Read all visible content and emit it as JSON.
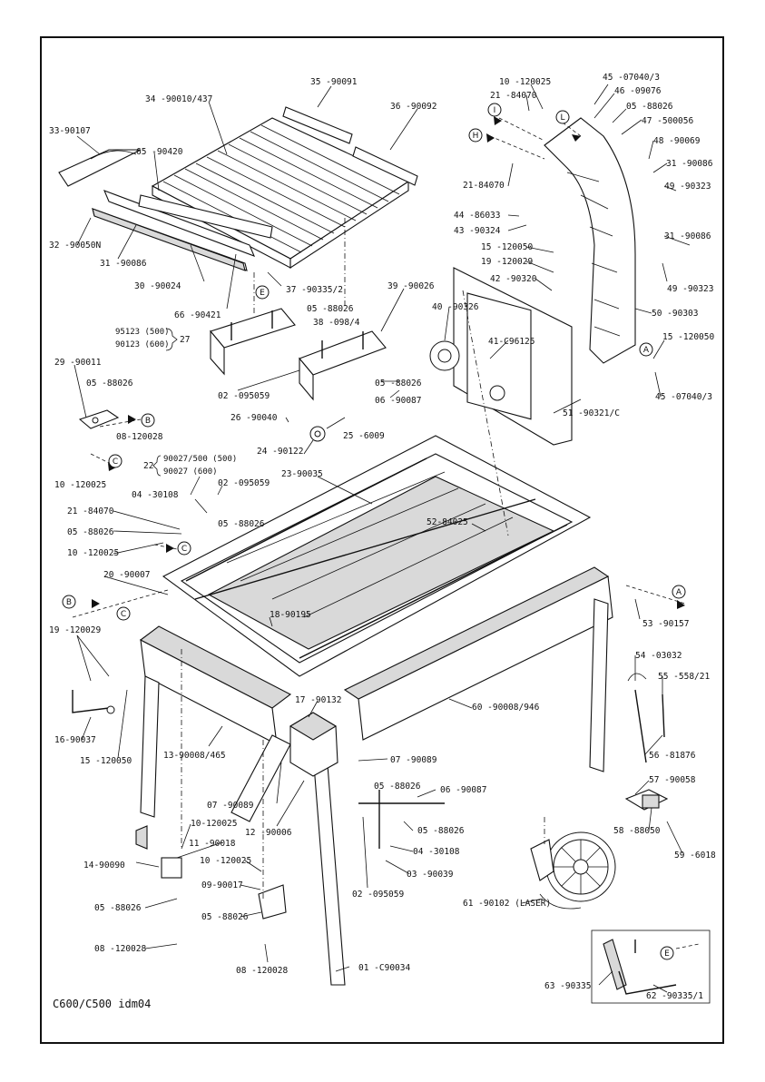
{
  "footer": "C600/C500 idm04",
  "labels": {
    "p34": "34 -90010/437",
    "p35": "35 -90091",
    "p36": "36 -90092",
    "p33": "33-90107",
    "p65": "65 -90420",
    "p32": "32 -90050N",
    "p31a": "31 -90086",
    "p30": "30 -90024",
    "p66": "66 -90421",
    "p37": "37 -90335/2",
    "p39": "39 -90026",
    "p0588026a": "05 -88026",
    "p38": "38 -098/4",
    "p95123": "95123 (500)",
    "p90123": "90123 (600)",
    "p27": "27",
    "p29": "29 -90011",
    "p0588026b": "05 -88026",
    "p08120028a": "08-120028",
    "p10120025a": "10 -120025",
    "p02095059a": "02 -095059",
    "p0588026c": "05 -88026",
    "p0690087a": "06 -90087",
    "p26": "26 -90040",
    "p25": "25 -6009",
    "p24": "24 -90122",
    "p22a": "90027/500 (500)",
    "p22b": "90027 (600)",
    "p22": "22",
    "p02095059b": "02 -095059",
    "p0430108a": "04 -30108",
    "p21a": "21 -84070",
    "p0588026d": "05 -88026",
    "p0588026e": "05 -88026",
    "p10120025b": "10 -120025",
    "p23": "23-90035",
    "p20": "20 -90007",
    "p52": "52-84025",
    "p18": "18-90195",
    "p1912029a": "19 -120029",
    "p16": "16-90037",
    "p15a": "15 -120050",
    "p17": "17 -90132",
    "p60": "60 -90008/946",
    "p13": "13-90008/465",
    "p0790089a": "07 -90089",
    "p0790089b": "07 -90089",
    "p12": "12 -90006",
    "p14": "14-90090",
    "p10120025c": "10-120025",
    "p11": "11 -90018",
    "p10120025d": "10 -120025",
    "p09": "09-90017",
    "p0588026f": "05 -88026",
    "p0588026g": "05 -88026",
    "p08120028b": "08 -120028",
    "p08120028c": "08 -120028",
    "p0588026h": "05 -88026",
    "p0690087b": "06 -90087",
    "p0588026i": "05 -88026",
    "p0430108b": "04 -30108",
    "p0390039": "03 -90039",
    "p02095059c": "02 -095059",
    "p01": "01 -C90034",
    "p10120025e": "10 -120025",
    "p2184070b": "21 -84070",
    "p45a": "45 -07040/3",
    "p46": "46 -09076",
    "p0588026j": "05 -88026",
    "p47": "47 -500056",
    "p48": "48 -90069",
    "p31b": "31 -90086",
    "p2184070c": "21-84070",
    "p49a": "49 -90323",
    "p44": "44 -86033",
    "p43": "43 -90324",
    "p31c": "31 -90086",
    "p15b": "15 -120050",
    "p1912029b": "19 -120029",
    "p42": "42 -90320",
    "p49b": "49 -90323",
    "p40": "40 -90326",
    "p41": "41-C96125",
    "p50": "50 -90303",
    "p15c": "15 -120050",
    "p45b": "45 -07040/3",
    "p51": "51 -90321/C",
    "p53": "53 -90157",
    "p54": "54 -03032",
    "p55": "55 -558/21",
    "p56": "56 -81876",
    "p57": "57 -90058",
    "p58": "58 -88050",
    "p59": "59 -6018",
    "p61": "61 -90102 (LASER)",
    "p63": "63 -90335",
    "p62": "62 -90335/1"
  },
  "callouts": {
    "A": "A",
    "B": "B",
    "C": "C",
    "E": "E",
    "H": "H",
    "I": "I",
    "L": "L"
  }
}
